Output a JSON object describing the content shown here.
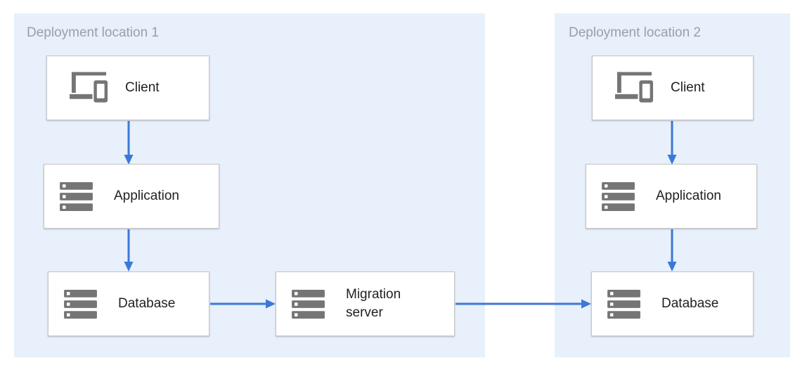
{
  "diagram": {
    "regions": [
      {
        "id": "deployment-location-1",
        "title": "Deployment location 1"
      },
      {
        "id": "deployment-location-2",
        "title": "Deployment location 2"
      }
    ],
    "nodes": {
      "client1": {
        "label": "Client",
        "icon": "client-devices-icon",
        "region": "deployment-location-1"
      },
      "app1": {
        "label": "Application",
        "icon": "server-stack-icon",
        "region": "deployment-location-1"
      },
      "db1": {
        "label": "Database",
        "icon": "server-stack-icon",
        "region": "deployment-location-1"
      },
      "migration": {
        "label": "Migration server",
        "icon": "server-stack-icon",
        "region": "deployment-location-1"
      },
      "client2": {
        "label": "Client",
        "icon": "client-devices-icon",
        "region": "deployment-location-2"
      },
      "app2": {
        "label": "Application",
        "icon": "server-stack-icon",
        "region": "deployment-location-2"
      },
      "db2": {
        "label": "Database",
        "icon": "server-stack-icon",
        "region": "deployment-location-2"
      }
    },
    "edges": [
      {
        "from": "client1",
        "to": "app1"
      },
      {
        "from": "app1",
        "to": "db1"
      },
      {
        "from": "db1",
        "to": "migration"
      },
      {
        "from": "migration",
        "to": "db2"
      },
      {
        "from": "client2",
        "to": "app2"
      },
      {
        "from": "app2",
        "to": "db2"
      }
    ]
  },
  "colors": {
    "region_bg": "#E7F0FB",
    "arrow_blue": "#3C78D8",
    "icon_gray": "#757575",
    "node_border": "#C6C6C6",
    "node_bg": "#FFFFFF",
    "label_color": "#212121",
    "region_title_color": "#9AA0A6",
    "page_bg": "#FFFFFF"
  }
}
